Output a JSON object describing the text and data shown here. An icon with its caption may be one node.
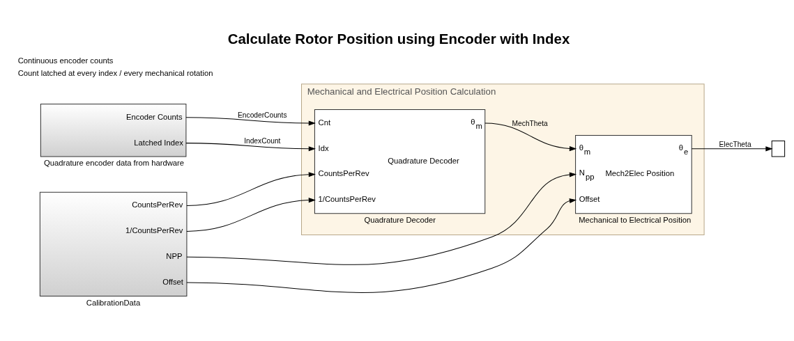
{
  "diagram": {
    "title": "Calculate Rotor Position using Encoder with Index",
    "nodes": [
      {
        "text": [
          "Mechanical and Electrical Position Calculation"
        ]
      },
      {
        "text": [
          "Encoder Counts",
          "Latched Index"
        ],
        "beside": [
          "Quadrature encoder data from hardware"
        ]
      },
      {
        "text": [
          "Cnt",
          "Idx",
          "CountsPerRev",
          "1/CountsPerRev",
          "Quadrature Decoder",
          "θ$_{m}$"
        ],
        "in": 0,
        "beside": [
          "Quadrature Decoder"
        ]
      },
      {
        "text": [
          "θ$_{m}$",
          "N$_{pp}$",
          "Offset",
          "Mech2Elec Position",
          "θ$_{e}$"
        ],
        "in": 0,
        "beside": [
          "Mechanical to Electrical Position"
        ]
      },
      {
        "text": [
          "CountsPerRev",
          "1/CountsPerRev",
          "NPP",
          "Offset"
        ],
        "beside": [
          "CalibrationData"
        ]
      },
      {
        "text": [],
        "shape": "box"
      }
    ],
    "edges": [
      {
        "from": 1,
        "to": 2,
        "arrow": "to",
        "label": "EncoderCounts"
      },
      {
        "from": 1,
        "to": 2,
        "arrow": "to",
        "label": "IndexCount"
      },
      {
        "from": 4,
        "to": 2,
        "arrow": "to"
      },
      {
        "from": 4,
        "to": 2,
        "arrow": "to"
      },
      {
        "from": 2,
        "to": 3,
        "arrow": "to",
        "label": "MechTheta"
      },
      {
        "from": 4,
        "to": 3,
        "arrow": "to"
      },
      {
        "from": 4,
        "to": 3,
        "arrow": "to"
      },
      {
        "from": 3,
        "to": 5,
        "arrow": "to",
        "label": "ElecTheta"
      }
    ],
    "labels": [
      "Continuous encoder counts",
      "Count latched at every index / every mechanical rotation"
    ]
  }
}
